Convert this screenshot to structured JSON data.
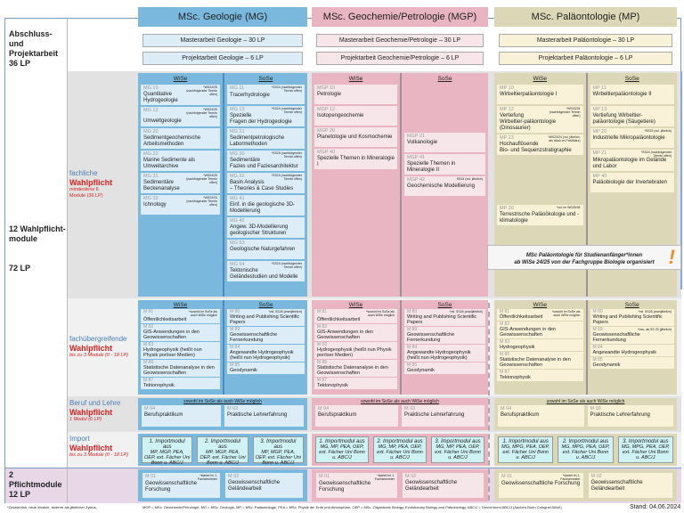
{
  "left": {
    "abschluss": "Abschluss- und Projektarbeit 36 LP",
    "wahl": "12 Wahlpflicht-module",
    "wahl_lp": "72 LP",
    "pflicht": "2 Pflichtmodule 12 LP"
  },
  "rows": {
    "fach": {
      "t1": "fachliche",
      "t2": "Wahlpflicht",
      "t3": "mindestens 6 Module (36 LP)"
    },
    "ueber": {
      "t1": "fachübergreifende",
      "t2": "Wahlpflicht",
      "t3": "bis zu 3 Module (0 - 18 LP)"
    },
    "beruf": {
      "t1": "Beruf und Lehre",
      "t2": "Wahlpflicht",
      "t3": "1 Modul (6 LP)"
    },
    "import": {
      "t1": "Import",
      "t2": "Wahlpflicht",
      "t3": "bis zu 3 Module (0 - 18 LP)"
    }
  },
  "semesters": {
    "wise": "WiSe",
    "sose": "SoSe"
  },
  "colors": {
    "mg": "#7ab9dd",
    "mg_box": "#dcedf8",
    "mgp": "#e9b5c2",
    "mgp_box": "#f6e6ea",
    "mp": "#dcd7b6",
    "mp_box": "#f9f2d8",
    "import": "#cff2f4",
    "pflicht_row": "#e7d7e7"
  },
  "programs": [
    {
      "key": "mg",
      "title": "MSc. Geologie (MG)",
      "master": "Masterarbeit Geologie – 30 LP",
      "projekt": "Projektarbeit Geologie – 6 LP",
      "fach": {
        "wise": [
          {
            "code": "MG 10",
            "title": "Quantitative Hydrogeologie",
            "note": "*WS24/25 (nachfolgender Termin offen)"
          },
          {
            "code": "MG 12",
            "title": "Umweltgeologie",
            "note": "*WS24/25 (nachfolgender Termin offen)"
          },
          {
            "code": "MG 20",
            "title": "Sedimentgeochemische Arbeitsmethoden",
            "note": ""
          },
          {
            "code": "MG 22",
            "title": "Marine Sedimente als Umweltarchive",
            "note": ""
          },
          {
            "code": "MG 31",
            "title": "Sedimentäre Beckenanalyse",
            "note": "*WS24/25 (nachfolgender Termin offen)"
          },
          {
            "code": "MG 33",
            "title": "Ichnology",
            "note": "*WS23/24 (nachfolgender Termin offen)"
          }
        ],
        "sose": [
          {
            "code": "MG 11",
            "title": "Tracerhydrologie",
            "note": "*SS24 (nachfolgender Termin offen)"
          },
          {
            "code": "MG 13",
            "title": "Spezielle Fragen der Hydrogeologie",
            "note": "*SS24 (nachfolgender Termin offen)"
          },
          {
            "code": "MG 21",
            "title": "Sedimentpetrologische Labormethoden",
            "note": ""
          },
          {
            "code": "MG 30",
            "title": "Sedimentäre Fazies und Faziesarchitektur",
            "note": "*SS25 (nachfolgender Termin offen)"
          },
          {
            "code": "MG 32",
            "title": "Basin Analysis – Theories & Case Studies",
            "note": "*SS24 (nachfolgender Termin offen)"
          },
          {
            "code": "MG 41",
            "title": "Einf. in die geologische 3D-Modellierung",
            "note": ""
          },
          {
            "code": "MG 42",
            "title": "Angew. 3D-Modellierung geologischer Strukturen",
            "note": ""
          },
          {
            "code": "MG 53",
            "title": "Geologische Naturgefahren",
            "note": ""
          },
          {
            "code": "MG 54",
            "title": "Tektonische Geländestudien und Modelle",
            "note": "*SS24 (nachfolgender Termin offen)"
          }
        ]
      },
      "ueber": {
        "wise": [
          {
            "code": "M 81",
            "title": "Öffentlichkeitsarbeit",
            "note": "*sowohl im SoSe als auch WiSe möglich"
          },
          {
            "code": "M 82",
            "title": "GIS-Anwendungen in den Geowissenschaften",
            "note": ""
          },
          {
            "code": "M 83",
            "title": "Hydrogeophysik (heißt nun Physik poröser Medien)",
            "note": ""
          },
          {
            "code": "M 86",
            "title": "Statistische Datenanalyse in den Geowissenschaften",
            "note": ""
          },
          {
            "code": "M 87",
            "title": "Tektonophysik",
            "note": ""
          }
        ],
        "sose": [
          {
            "code": "M 80",
            "title": "Writing and Publishing Scientific Papers",
            "note": "*vsl. SS26 (zweijährlich)"
          },
          {
            "code": "M 89",
            "title": "Geowissenschaftliche Fernerkundung",
            "note": ""
          },
          {
            "code": "M 84",
            "title": "Angewandte Hydrogeophysik (heißt nun Hydrogeophysik)",
            "note": ""
          },
          {
            "code": "M 85",
            "title": "Geodynamik",
            "note": ""
          }
        ]
      },
      "beruf": {
        "note": "sowohl im SoSe als auch WiSe möglich",
        "mods": [
          {
            "code": "M 04",
            "title": "Berufspraktikum",
            "note": ""
          },
          {
            "code": "M 03",
            "title": "Praktische Lehrerfahrung",
            "note": ""
          }
        ]
      },
      "import": [
        {
          "head": "1. Importmodul aus",
          "body": "MP, MGP, PEA, OEP, ext. Fächer Uni Bonn u. ABC/J"
        },
        {
          "head": "2. Importmodul aus",
          "body": "MP, MGP, PEA, OEP, ext. Fächer Uni Bonn u. ABC/J"
        },
        {
          "head": "3. Importmodul aus",
          "body": "MP, MGP, PEA, OEP, ext. Fächer Uni Bonn u. ABC/J"
        }
      ],
      "pflicht": [
        {
          "code": "M 01",
          "title": "Geowissenschaftliche Forschung",
          "note": "*startet im 1. Fachsemester"
        },
        {
          "code": "M 02",
          "title": "Geowissenschaftliche Geländearbeit",
          "note": ""
        }
      ]
    },
    {
      "key": "mgp",
      "title": "MSc. Geochemie/Petrologie (MGP)",
      "master": "Masterarbeit Geochemie/Petrologie – 30 LP",
      "projekt": "Projektarbeit Geochemie/Petrologie – 6 LP",
      "fach": {
        "wise": [
          {
            "code": "MGP 10",
            "title": "Petrologie",
            "note": ""
          },
          {
            "code": "MGP 12",
            "title": "Isotopengeochemie",
            "note": ""
          },
          {
            "code": "MGP 20",
            "title": "Planetologie und Kosmochemie",
            "note": ""
          },
          {
            "code": "MGP 40",
            "title": "Spezielle Themen in Mineralogie I",
            "note": ""
          }
        ],
        "sose": [
          {
            "code": "MGP 21",
            "title": "Vulkanologie",
            "note": ""
          },
          {
            "code": "MGP 41",
            "title": "Spezielle Themen in Mineralogie II",
            "note": ""
          },
          {
            "code": "MGP 42",
            "title": "Geochemische Modellierung",
            "note": "SS24 (vsl. jährlich)"
          }
        ]
      },
      "ueber": {
        "wise": [
          {
            "code": "M 81",
            "title": "Öffentlichkeitsarbeit",
            "note": "*sowohl im SoSe als auch WiSe möglich"
          },
          {
            "code": "M 82",
            "title": "GIS-Anwendungen in den Geowissenschaften",
            "note": ""
          },
          {
            "code": "M 83",
            "title": "Hydrogeophysik (heißt nun Physik poröser Medien)",
            "note": ""
          },
          {
            "code": "M 86",
            "title": "Statistische Datenanalyse in den Geowissenschaften",
            "note": ""
          },
          {
            "code": "M 87",
            "title": "Tektonophysik",
            "note": ""
          }
        ],
        "sose": [
          {
            "code": "M 80",
            "title": "Writing and Publishing Scientific Papers",
            "note": "*vsl. SS26 (zweijährlich)"
          },
          {
            "code": "M 89",
            "title": "Geowissenschaftliche Fernerkundung",
            "note": ""
          },
          {
            "code": "M 84",
            "title": "Angewandte Hydrogeophysik (heißt nun Hydrogeophysik)",
            "note": ""
          },
          {
            "code": "M 85",
            "title": "Geodynamik",
            "note": ""
          }
        ]
      },
      "beruf": {
        "note": "sowohl im SoSe als auch WiSe möglich",
        "mods": [
          {
            "code": "M 04",
            "title": "Berufspraktikum",
            "note": ""
          },
          {
            "code": "M 03",
            "title": "Praktische Lehrerfahrung",
            "note": ""
          }
        ]
      },
      "import": [
        {
          "head": "1. Importmodul aus",
          "body": "MG, MP, PEA, OEP, ext. Fächer Uni Bonn u. ABC/J"
        },
        {
          "head": "2. Importmodul aus",
          "body": "MG, MP, PEA, OEP, ext. Fächer Uni Bonn u. ABC/J"
        },
        {
          "head": "3. Importmodul aus",
          "body": "MG, MP, PEA, OEP, ext. Fächer Uni Bonn u. ABC/J"
        }
      ],
      "pflicht": [
        {
          "code": "M 01",
          "title": "Geowissenschaftliche Forschung",
          "note": "*startet im 1. Fachsemester"
        },
        {
          "code": "M 02",
          "title": "Geowissenschaftliche Geländearbeit",
          "note": ""
        }
      ]
    },
    {
      "key": "mp",
      "title": "MSc. Paläontologie (MP)",
      "master": "Masterarbeit Paläontologie – 30 LP",
      "projekt": "Projektarbeit Paläontologie – 6 LP",
      "fach": {
        "wise": [
          {
            "code": "MP 10",
            "title": "Wirbeltierpaläontologie I",
            "note": ""
          },
          {
            "code": "MP 12",
            "title": "Vertiefung Wirbeltier-paläontologie (Dinosaurier)",
            "note": "*WS23/24 (nachfolgender Termin offen)"
          },
          {
            "code": "MP 23",
            "title": "Hochauflösende Bio- und Sequenzstratigraphie",
            "note": "*WS23/24 (vsl. jährlich, als block im Feb/März)"
          },
          {
            "code": "MP 30",
            "title": "Terrestrische Paläoökologie und -klimatologie",
            "note": "*vsl. im WS25/26"
          }
        ],
        "sose": [
          {
            "code": "MP 11",
            "title": "Wirbeltierpaläontologie II",
            "note": ""
          },
          {
            "code": "MP 13",
            "title": "Vertiefung Wirbeltier-paläontologie (Säugetiere)",
            "note": ""
          },
          {
            "code": "MP 20",
            "title": "Industrielle Mikropaläontologie",
            "note": "*SS23 (vsl. jährlich)"
          },
          {
            "code": "MP 21",
            "title": "Mikropaläontologie im Gelände und Labor",
            "note": "*SS24 (nachfolgender Termin offen)"
          },
          {
            "code": "MP 40",
            "title": "Paläobiologie der Invertebraten",
            "note": ""
          }
        ]
      },
      "ueber": {
        "wise": [
          {
            "code": "M 81",
            "title": "Öffentlichkeitsarbeit",
            "note": "*sowohl im SoSe als auch WiSe möglich"
          },
          {
            "code": "M 82",
            "title": "GIS-Anwendungen in den Geowissenschaften",
            "note": ""
          },
          {
            "code": "M 83",
            "title": "Hydrogeophysik",
            "note": ""
          },
          {
            "code": "M 86",
            "title": "Statistische Datenanalyse in den Geowissenschaften",
            "note": ""
          },
          {
            "code": "M 87",
            "title": "Tektonophysik",
            "note": ""
          }
        ],
        "sose": [
          {
            "code": "M 80",
            "title": "Writing and Publishing Scientific Papers",
            "note": "*vsl. SS26 (zweijährlich)"
          },
          {
            "code": "M 89",
            "title": "Geowissenschaftliche Fernerkundung",
            "note": "*neu, ab SS 23 (jährlich)"
          },
          {
            "code": "M 84",
            "title": "Angewandte Hydrogeophysik",
            "note": ""
          },
          {
            "code": "M 85",
            "title": "Geodynamik",
            "note": ""
          }
        ]
      },
      "beruf": {
        "note": "sowohl im SoSe als auch WiSe möglich",
        "mods": [
          {
            "code": "M 04",
            "title": "Berufspraktikum",
            "note": ""
          },
          {
            "code": "M 03",
            "title": "Praktische Lehrerfahrung",
            "note": ""
          }
        ]
      },
      "import": [
        {
          "head": "1. Importmodul aus",
          "body": "MG, MPG, PEA, OEP, ext. Fächer Uni Bonn u. ABC/J"
        },
        {
          "head": "2. Importmodul aus",
          "body": "MG, MPG, PEA, OEP, ext. Fächer Uni Bonn u. ABC/J"
        },
        {
          "head": "3. Importmodul aus",
          "body": "MG, MPG, PEA, OEP, ext. Fächer Uni Bonn u. ABC/J"
        }
      ],
      "pflicht": [
        {
          "code": "M 01",
          "title": "Geowissenschaftliche Forschung",
          "note": "*startet im 1. Fachsemester"
        },
        {
          "code": "M 02",
          "title": "Geowissenschaftliche Geländearbeit",
          "note": ""
        }
      ]
    }
  ],
  "notice": {
    "line1": "MSc Paläontologie für Studienanfänger*innen",
    "line2": "ab WiSe 24/25 von der Fachgruppe Biologie organisiert",
    "icon": "exclamation-icon"
  },
  "footer": {
    "note": "*Zusatzinfos, neue Module, anderer als jährlicher Zyklus,",
    "legend": "MGP = MSc. Geochemie/Petrologie, MG = MSc. Geologie, MP = MSc. Paläontologie, PEA = MSc. Physik der Erde und Atmosphäre, OEP = MSc. Organismic Biology, Evolutionary Biology and Paleobiology, ABC/J = Geoverbund ABC/J (Aachen-Bonn-Cologne/Jülich)",
    "stand": "Stand: 04.06.2024"
  }
}
